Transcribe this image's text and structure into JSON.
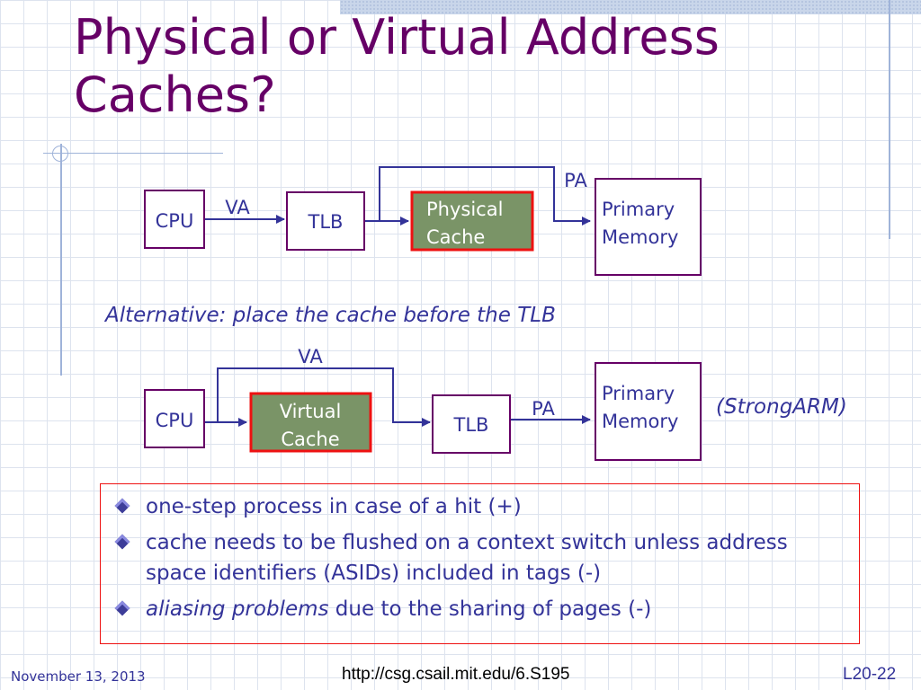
{
  "title": {
    "line1": "Physical or Virtual Address",
    "line2": "Caches?"
  },
  "diagram1": {
    "cpu": "CPU",
    "va": "VA",
    "tlb": "TLB",
    "cache_line1": "Physical",
    "cache_line2": "Cache",
    "pa": "PA",
    "memory_line1": "Primary",
    "memory_line2": "Memory"
  },
  "alternative_text": "Alternative: place the cache before the TLB",
  "diagram2": {
    "cpu": "CPU",
    "va": "VA",
    "cache_line1": "Virtual",
    "cache_line2": "Cache",
    "tlb": "TLB",
    "pa": "PA",
    "memory_line1": "Primary",
    "memory_line2": "Memory"
  },
  "strongarm_note": "(StrongARM)",
  "bullets": {
    "b1": "one-step process in case of a hit (+)",
    "b2": "cache needs to be flushed on a context switch unless address space identifiers (ASIDs) included in tags (-)",
    "b3_em": "aliasing problems",
    "b3_rest": " due to the sharing of pages (-)"
  },
  "footer": {
    "date": "November 13, 2013",
    "url": "http://csg.csail.mit.edu/6.S195",
    "page": "L20-22"
  },
  "colors": {
    "title": "#660066",
    "text": "#333399",
    "box_border": "#660066",
    "arrow": "#333399",
    "cache_fill": "#7a9467",
    "cache_border": "#ee1111",
    "bullet_box_border": "#ee1111"
  }
}
